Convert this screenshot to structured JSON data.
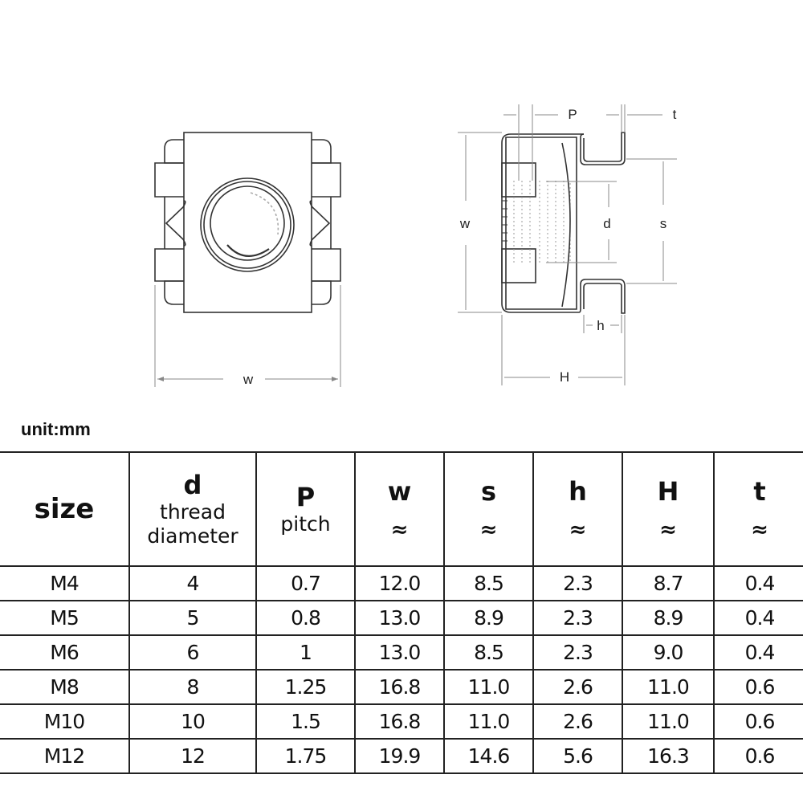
{
  "diagram": {
    "front_view": {
      "dimension_labels": {
        "width": "w"
      }
    },
    "side_view": {
      "dimension_labels": {
        "pitch": "P",
        "thickness": "t",
        "width": "w",
        "thread_diameter": "d",
        "spacing": "s",
        "clip_height": "h",
        "total_height": "H"
      }
    }
  },
  "unit_label": "unit:mm",
  "table": {
    "headers": [
      {
        "key": "size",
        "symbol": "size",
        "desc": "",
        "approx": ""
      },
      {
        "key": "d",
        "symbol": "d",
        "desc_line1": "thread",
        "desc_line2": "diameter",
        "approx": ""
      },
      {
        "key": "P",
        "symbol": "P",
        "desc_line1": "pitch",
        "approx": ""
      },
      {
        "key": "w",
        "symbol": "w",
        "approx": "≈"
      },
      {
        "key": "s",
        "symbol": "s",
        "approx": "≈"
      },
      {
        "key": "h",
        "symbol": "h",
        "approx": "≈"
      },
      {
        "key": "H",
        "symbol": "H",
        "approx": "≈"
      },
      {
        "key": "t",
        "symbol": "t",
        "approx": "≈"
      }
    ],
    "rows": [
      [
        "M4",
        "4",
        "0.7",
        "12.0",
        "8.5",
        "2.3",
        "8.7",
        "0.4"
      ],
      [
        "M5",
        "5",
        "0.8",
        "13.0",
        "8.9",
        "2.3",
        "8.9",
        "0.4"
      ],
      [
        "M6",
        "6",
        "1",
        "13.0",
        "8.5",
        "2.3",
        "9.0",
        "0.4"
      ],
      [
        "M8",
        "8",
        "1.25",
        "16.8",
        "11.0",
        "2.6",
        "11.0",
        "0.6"
      ],
      [
        "M10",
        "10",
        "1.5",
        "16.8",
        "11.0",
        "2.6",
        "11.0",
        "0.6"
      ],
      [
        "M12",
        "12",
        "1.75",
        "19.9",
        "14.6",
        "5.6",
        "16.3",
        "0.6"
      ]
    ]
  },
  "colors": {
    "line": "#333333",
    "hatch": "#999999",
    "background": "#ffffff"
  }
}
